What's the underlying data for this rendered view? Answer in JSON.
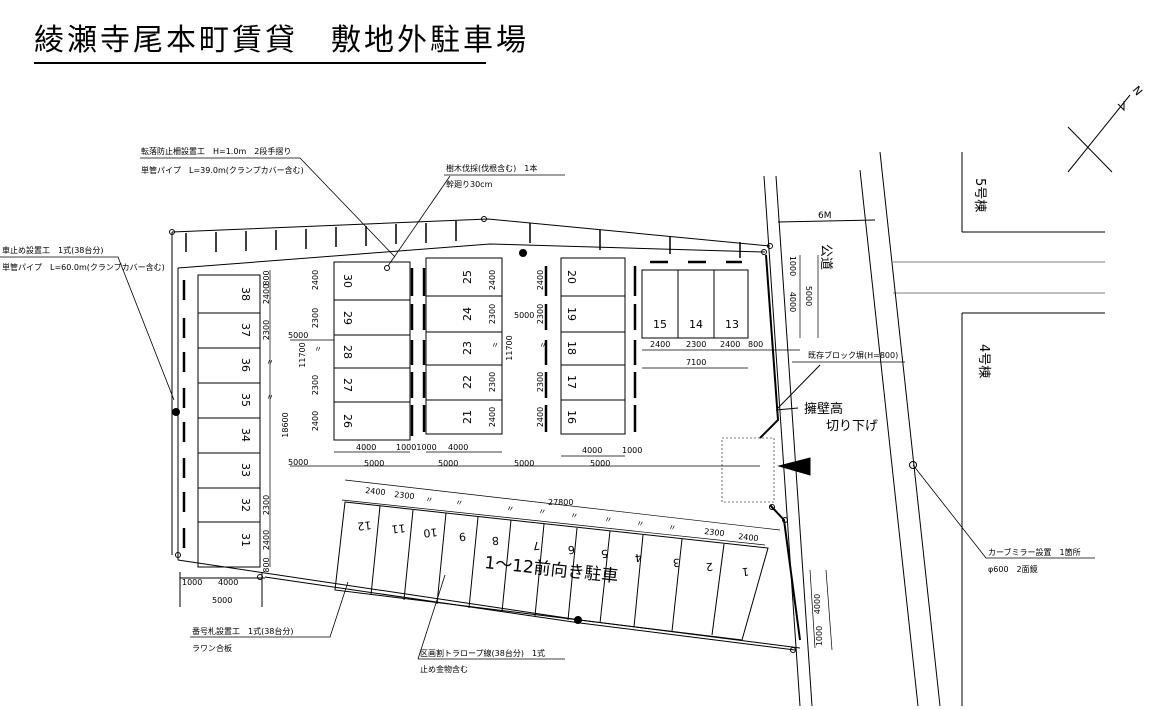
{
  "title": "綾瀬寺尾本町賃貸　敷地外駐車場",
  "north": "N",
  "annotations": {
    "fence_title": "転落防止柵設置工　H=1.0m　2段手摺り",
    "fence_sub": "単管パイプ　L=39.0m(クランプカバー含む)",
    "tree_title": "樹木伐採(伐根含む)　1本",
    "tree_sub": "幹廻り30cm",
    "stopper_title": "車止め設置工　1式(38台分)",
    "stopper_sub": "単管パイプ　L=60.0m(クランプカバー含む)",
    "block_wall": "既存ブロック塀(H=800)",
    "retaining_1": "擁壁高",
    "retaining_2": "切り下げ",
    "public_road": "公道",
    "road_width": "6M",
    "building_5": "5号棟",
    "building_4": "4号棟",
    "mirror_title": "カーブミラー設置　1箇所",
    "mirror_sub": "φ600　2面鏡",
    "number_plate_title": "番号札設置工　1式(38台分)",
    "number_plate_sub": "ラワン合板",
    "rope_title": "区画割トラロープ線(38台分)　1式",
    "rope_sub": "止め金物含む",
    "front_parking": "1～12前向き駐車"
  },
  "stalls": {
    "left_column": [
      "38",
      "37",
      "36",
      "35",
      "34",
      "33",
      "32",
      "31"
    ],
    "col_a": [
      "30",
      "29",
      "28",
      "27",
      "26"
    ],
    "col_b": [
      "25",
      "24",
      "23",
      "22",
      "21"
    ],
    "col_c": [
      "20",
      "19",
      "18",
      "17",
      "16"
    ],
    "top_right": [
      "15",
      "14",
      "13"
    ],
    "bottom_row": [
      "12",
      "11",
      "10",
      "9",
      "8",
      "7",
      "6",
      "5",
      "4",
      "3",
      "2",
      "1"
    ]
  },
  "dims": {
    "d2400": "2400",
    "d2300": "2300",
    "d_rep": "〃",
    "d1000": "1000",
    "d4000": "4000",
    "d5000": "5000",
    "d800": "800",
    "d7100": "7100",
    "d11700": "11700",
    "d18600": "18600",
    "d27800": "27800",
    "d10001000": "10001000"
  }
}
